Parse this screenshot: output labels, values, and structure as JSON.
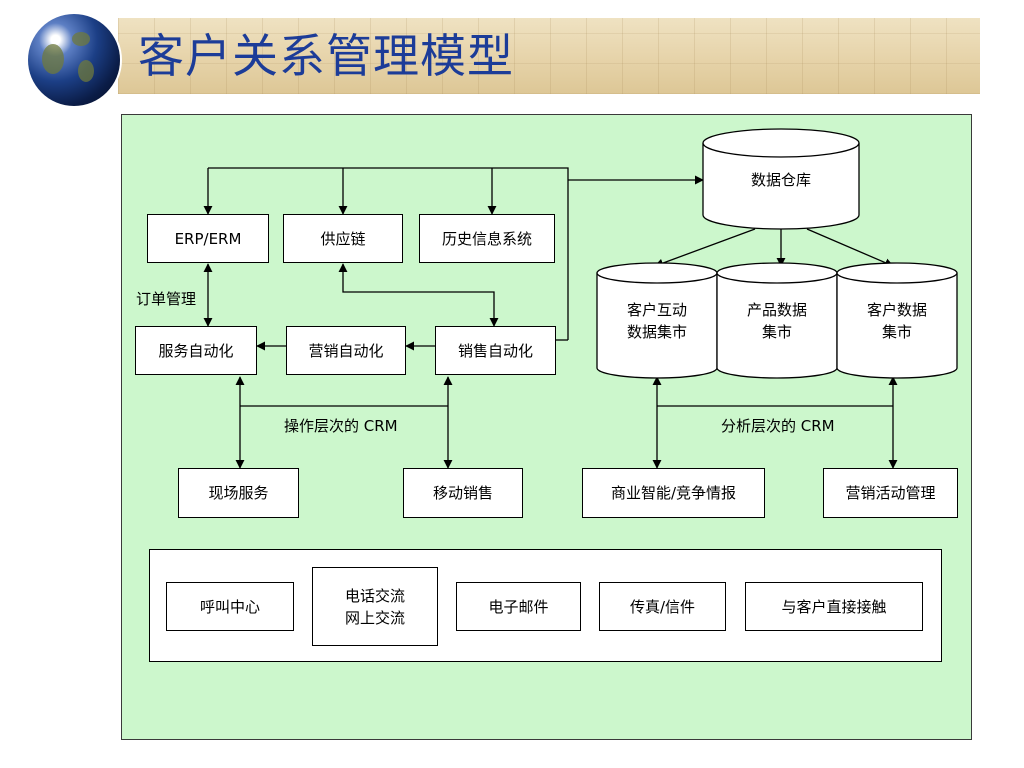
{
  "title": "客户关系管理模型",
  "diagram": {
    "systems": {
      "erp": "ERP/ERM",
      "supply_chain": "供应链",
      "history": "历史信息系统"
    },
    "automation": {
      "service": "服务自动化",
      "marketing": "营销自动化",
      "sales": "销售自动化"
    },
    "operational": {
      "field_service": "现场服务",
      "mobile_sales": "移动销售"
    },
    "warehouse": "数据仓库",
    "marts": {
      "interaction": "客户互动\n数据集市",
      "product": "产品数据\n集市",
      "customer": "客户数据\n集市"
    },
    "analytical": {
      "bi": "商业智能/竞争情报",
      "campaign": "营销活动管理"
    },
    "labels": {
      "order_mgmt": "订单管理",
      "operational_crm": "操作层次的 CRM",
      "analytical_crm": "分析层次的 CRM"
    },
    "channels": [
      "呼叫中心",
      "电话交流\n网上交流",
      "电子邮件",
      "传真/信件",
      "与客户直接接触"
    ]
  }
}
